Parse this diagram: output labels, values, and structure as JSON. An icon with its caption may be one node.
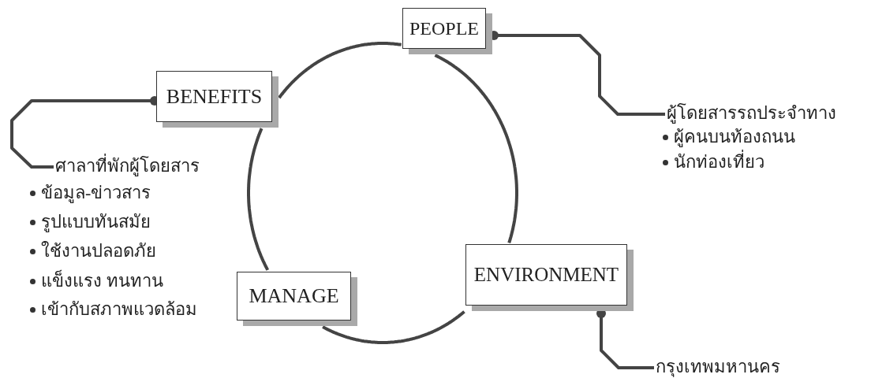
{
  "diagram": {
    "nodes": [
      {
        "text": [
          "PEOPLE"
        ]
      },
      {
        "text": [
          "BENEFITS"
        ]
      },
      {
        "text": [
          "ENVIRONMENT"
        ]
      },
      {
        "text": [
          "MANAGE"
        ]
      },
      {
        "text": [
          "ผู้โดยสารรถประจำทาง"
        ]
      },
      {
        "text": [
          "ศาลาที่พักผู้โดยสาร"
        ]
      },
      {
        "text": [
          "กรุงเทพมหานคร"
        ]
      }
    ],
    "edges": [
      {
        "from": 0,
        "to": 2,
        "arrow": "none"
      },
      {
        "from": 2,
        "to": 3,
        "arrow": "none"
      },
      {
        "from": 3,
        "to": 1,
        "arrow": "none"
      },
      {
        "from": 1,
        "to": 0,
        "arrow": "none"
      },
      {
        "from": 0,
        "to": 4,
        "arrow": "other"
      },
      {
        "from": 1,
        "to": 5,
        "arrow": "other"
      },
      {
        "from": 2,
        "to": 6,
        "arrow": "other"
      }
    ],
    "labels": [
      "ผู้คนบนท้องถนน",
      "นักท่องเที่ยว",
      "ข้อมูล-ข่าวสาร",
      "รูปแบบทันสมัย",
      "ใช้งานปลอดภัย",
      "แข็งแรง ทนทาน",
      "เข้ากับสภาพแวดล้อม"
    ]
  }
}
